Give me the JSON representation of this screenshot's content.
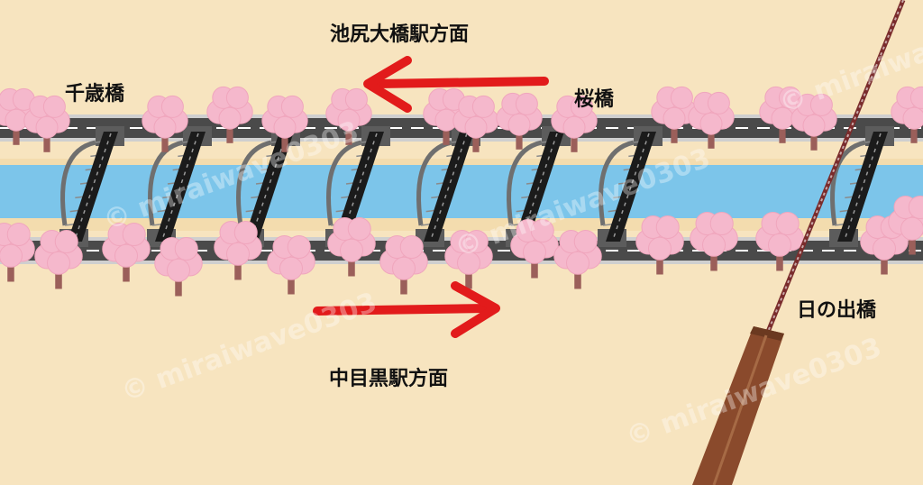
{
  "labels": {
    "direction_top": "池尻大橋駅方面",
    "direction_bottom": "中目黒駅方面",
    "bridge_chitose": "千歳橋",
    "bridge_sakura": "桜橋",
    "bridge_hinode": "日の出橋"
  },
  "watermark": "© miraiwave0303",
  "icons": {
    "arrow_top": "left-arrow-icon",
    "arrow_bottom": "right-arrow-icon",
    "tree": "cherry-blossom-tree-icon",
    "bridge": "arch-bridge-icon",
    "rope": "rope-icon",
    "post": "wooden-post-icon"
  },
  "colors": {
    "background": "#f7e4bf",
    "river": "#7cc5ea",
    "road": "#4a4a4a",
    "blossom": "#f5b8cc",
    "arrow": "#e21b1b"
  }
}
